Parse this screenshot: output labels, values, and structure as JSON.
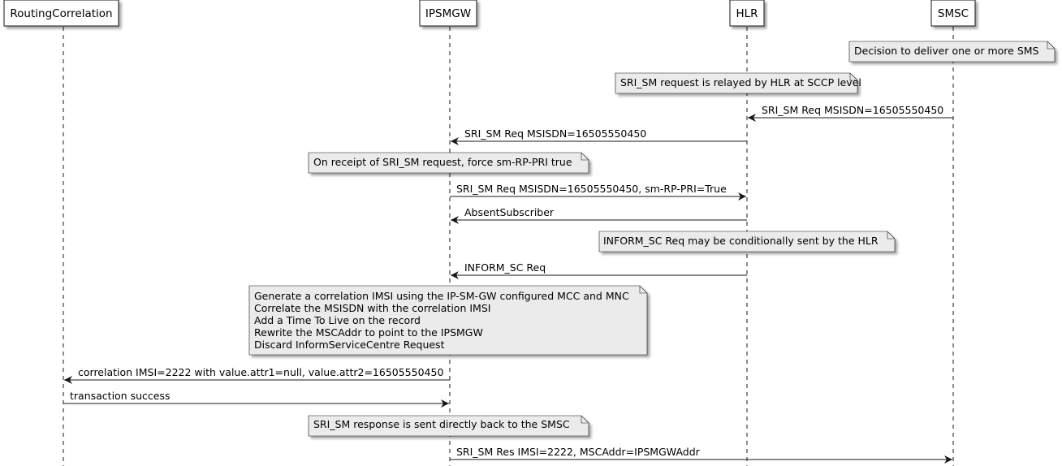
{
  "diagram": {
    "participants": [
      {
        "id": "rc",
        "label": "RoutingCorrelation"
      },
      {
        "id": "ipsmgw",
        "label": "IPSMGW"
      },
      {
        "id": "hlr",
        "label": "HLR"
      },
      {
        "id": "smsc",
        "label": "SMSC"
      }
    ],
    "notes": [
      {
        "id": "n1",
        "lines": [
          "Decision to deliver one or more SMS"
        ]
      },
      {
        "id": "n2",
        "lines": [
          "SRI_SM request is relayed by HLR at SCCP level"
        ]
      },
      {
        "id": "n3",
        "lines": [
          "On receipt of SRI_SM request, force sm-RP-PRI true"
        ]
      },
      {
        "id": "n4",
        "lines": [
          "INFORM_SC Req may be conditionally sent by the HLR"
        ]
      },
      {
        "id": "n5",
        "lines": [
          "Generate a correlation IMSI using the IP-SM-GW configured MCC and MNC",
          "Correlate the MSISDN with the correlation IMSI",
          "Add a Time To Live on the record",
          "Rewrite the MSCAddr to point to the IPSMGW",
          "Discard InformServiceCentre Request"
        ]
      },
      {
        "id": "n6",
        "lines": [
          "SRI_SM response is sent directly back to the SMSC"
        ]
      }
    ],
    "messages": [
      {
        "id": "m1",
        "from": "smsc",
        "to": "hlr",
        "label": "SRI_SM Req MSISDN=16505550450"
      },
      {
        "id": "m2",
        "from": "hlr",
        "to": "ipsmgw",
        "label": "SRI_SM Req MSISDN=16505550450"
      },
      {
        "id": "m3",
        "from": "ipsmgw",
        "to": "hlr",
        "label": "SRI_SM Req MSISDN=16505550450, sm-RP-PRI=True"
      },
      {
        "id": "m4",
        "from": "hlr",
        "to": "ipsmgw",
        "label": "AbsentSubscriber"
      },
      {
        "id": "m5",
        "from": "hlr",
        "to": "ipsmgw",
        "label": "INFORM_SC Req"
      },
      {
        "id": "m6",
        "from": "ipsmgw",
        "to": "rc",
        "label": "correlation IMSI=2222 with value.attr1=null, value.attr2=16505550450"
      },
      {
        "id": "m7",
        "from": "rc",
        "to": "ipsmgw",
        "label": "transaction success"
      },
      {
        "id": "m8",
        "from": "ipsmgw",
        "to": "smsc",
        "label": "SRI_SM Res IMSI=2222, MSCAddr=IPSMGWAddr"
      }
    ]
  },
  "colors": {
    "participant_fill": "#ffffff",
    "note_fill": "#ebebeb",
    "line": "#181818",
    "lifeline": "#181818",
    "shadow": "#b0b0b0"
  }
}
